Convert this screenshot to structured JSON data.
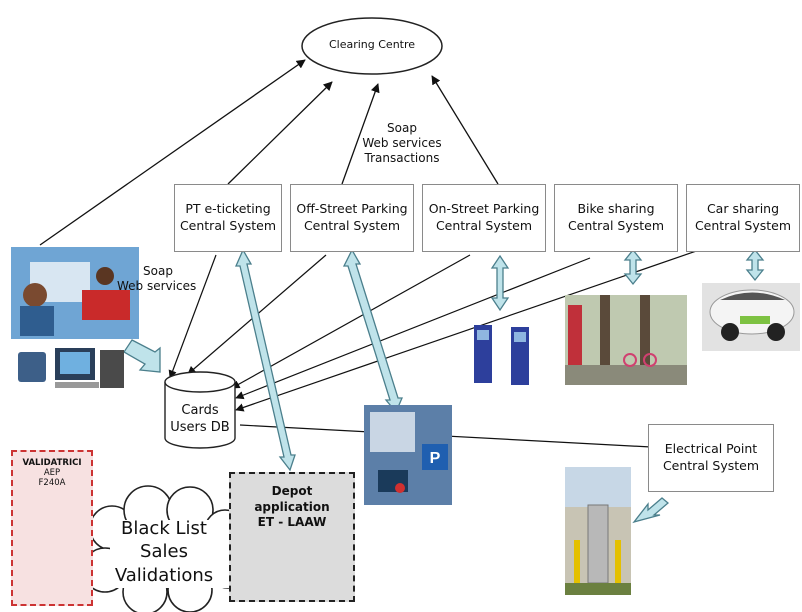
{
  "clearing_centre": "Clearing Centre",
  "top_note": [
    "Soap",
    "Web services",
    "Transactions"
  ],
  "left_note": [
    "Soap",
    "Web services"
  ],
  "systems": [
    [
      "PT e-ticketing",
      "Central System"
    ],
    [
      "Off-Street Parking",
      "Central System"
    ],
    [
      "On-Street Parking",
      "Central System"
    ],
    [
      "Bike sharing",
      "Central System"
    ],
    [
      "Car sharing",
      "Central System"
    ]
  ],
  "electrical": [
    "Electrical Point",
    "Central System"
  ],
  "database": [
    "Cards",
    "Users DB"
  ],
  "depot": [
    "Depot",
    "application",
    "ET - LAAW"
  ],
  "validator": [
    "VALIDATRICI",
    "AEP",
    "F240A"
  ],
  "cloud": [
    "Black List",
    "Sales",
    "Validations"
  ],
  "colors": {
    "arrow_fill": "#bfe3ea",
    "arrow_stroke": "#4b7f8c",
    "validator_bg": "#f7e1e1",
    "depot_bg": "#dcdcdc"
  }
}
